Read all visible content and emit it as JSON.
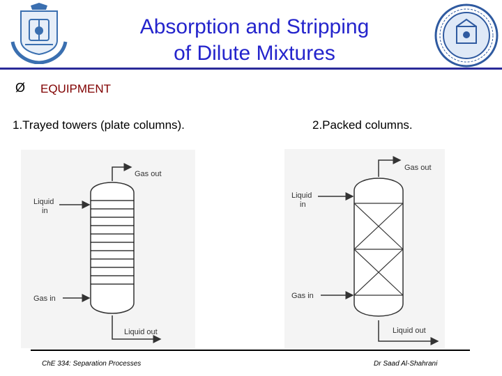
{
  "title": {
    "line1": "Absorption and Stripping",
    "line2": "of Dilute Mixtures"
  },
  "bullet": {
    "symbol": "Ø",
    "text": "EQUIPMENT"
  },
  "captions": {
    "left": "1.Trayed towers (plate columns).",
    "right": "2.Packed columns."
  },
  "trayed": {
    "gas_out": "Gas out",
    "liquid_in_1": "Liquid",
    "liquid_in_2": "in",
    "gas_in": "Gas in",
    "liquid_out": "Liquid out"
  },
  "packed": {
    "gas_out": "Gas out",
    "liquid_in_1": "Liquid",
    "liquid_in_2": "in",
    "gas_in": "Gas in",
    "liquid_out": "Liquid out"
  },
  "footer": {
    "left": "ChE 334: Separation Processes",
    "right": "Dr Saad Al-Shahrani"
  },
  "colors": {
    "title": "#2424cc",
    "equipment": "#800000",
    "rule": "#2a2a99"
  }
}
